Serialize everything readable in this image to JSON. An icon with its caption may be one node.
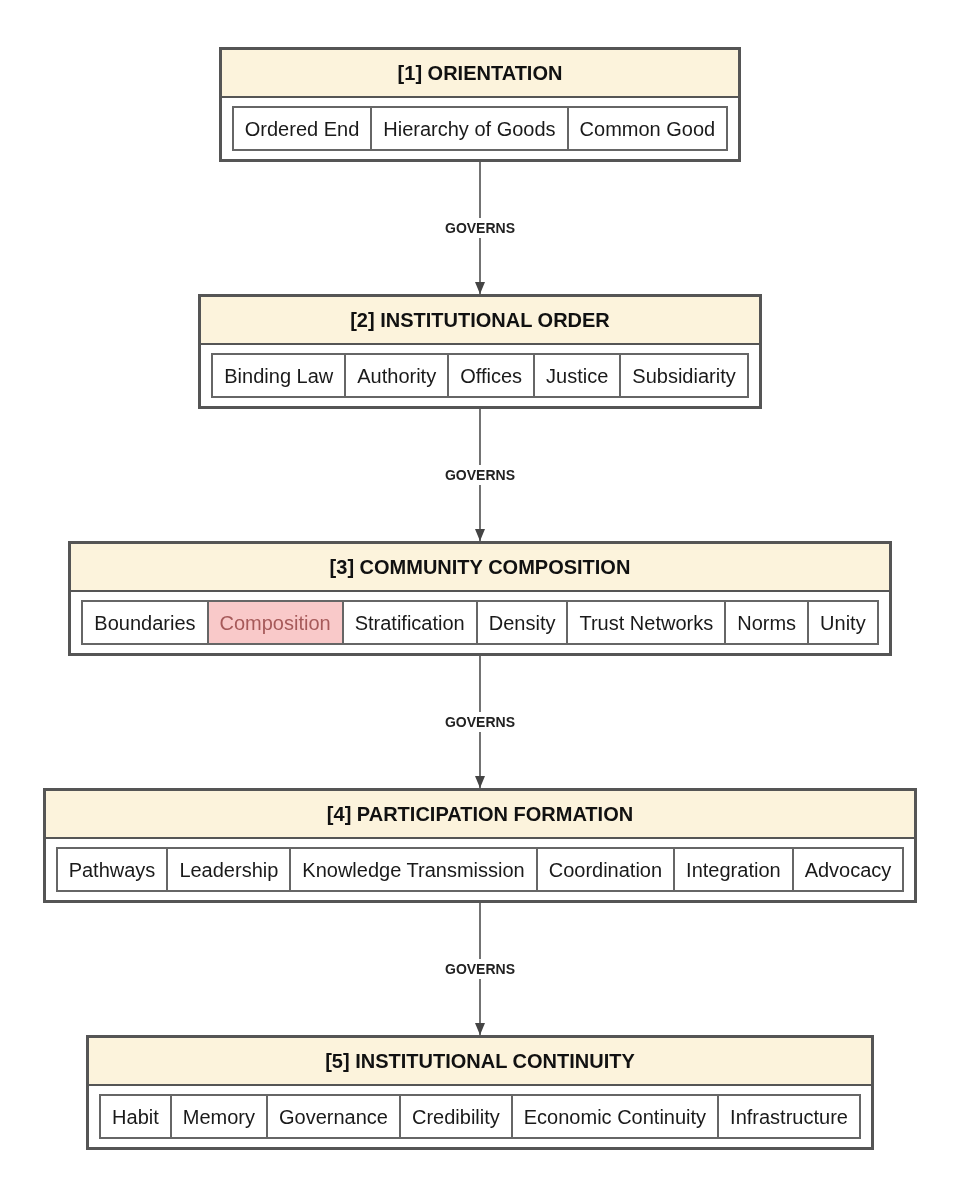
{
  "diagram": {
    "nodes": [
      {
        "text": [
          "[1] ORIENTATION"
        ]
      },
      {
        "text": [
          "Ordered End"
        ],
        "in": 0
      },
      {
        "text": [
          "Hierarchy of Goods"
        ],
        "in": 0
      },
      {
        "text": [
          "Common Good"
        ],
        "in": 0
      },
      {
        "text": [
          "[2] INSTITUTIONAL ORDER"
        ]
      },
      {
        "text": [
          "Binding Law"
        ],
        "in": 4
      },
      {
        "text": [
          "Authority"
        ],
        "in": 4
      },
      {
        "text": [
          "Offices"
        ],
        "in": 4
      },
      {
        "text": [
          "Justice"
        ],
        "in": 4
      },
      {
        "text": [
          "Subsidiarity"
        ],
        "in": 4
      },
      {
        "text": [
          "[3] COMMUNITY COMPOSITION"
        ]
      },
      {
        "text": [
          "Boundaries"
        ],
        "in": 10
      },
      {
        "text": [
          "Composition"
        ],
        "in": 10
      },
      {
        "text": [
          "Stratification"
        ],
        "in": 10
      },
      {
        "text": [
          "Density"
        ],
        "in": 10
      },
      {
        "text": [
          "Trust Networks"
        ],
        "in": 10
      },
      {
        "text": [
          "Norms"
        ],
        "in": 10
      },
      {
        "text": [
          "Unity"
        ],
        "in": 10
      },
      {
        "text": [
          "[4] PARTICIPATION FORMATION"
        ]
      },
      {
        "text": [
          "Pathways"
        ],
        "in": 18
      },
      {
        "text": [
          "Leadership"
        ],
        "in": 18
      },
      {
        "text": [
          "Knowledge Transmission"
        ],
        "in": 18
      },
      {
        "text": [
          "Coordination"
        ],
        "in": 18
      },
      {
        "text": [
          "Integration"
        ],
        "in": 18
      },
      {
        "text": [
          "Advocacy"
        ],
        "in": 18
      },
      {
        "text": [
          "[5] INSTITUTIONAL CONTINUITY"
        ]
      },
      {
        "text": [
          "Habit"
        ],
        "in": 25
      },
      {
        "text": [
          "Memory"
        ],
        "in": 25
      },
      {
        "text": [
          "Governance"
        ],
        "in": 25
      },
      {
        "text": [
          "Credibility"
        ],
        "in": 25
      },
      {
        "text": [
          "Economic Continuity"
        ],
        "in": 25
      },
      {
        "text": [
          "Infrastructure"
        ],
        "in": 25
      }
    ],
    "edges": [
      {
        "from": 0,
        "to": 4,
        "arrow": "to",
        "label": "GOVERNS"
      },
      {
        "from": 4,
        "to": 10,
        "arrow": "to",
        "label": "GOVERNS"
      },
      {
        "from": 10,
        "to": 18,
        "arrow": "to",
        "label": "GOVERNS"
      },
      {
        "from": 18,
        "to": 25,
        "arrow": "to",
        "label": "GOVERNS"
      }
    ]
  }
}
